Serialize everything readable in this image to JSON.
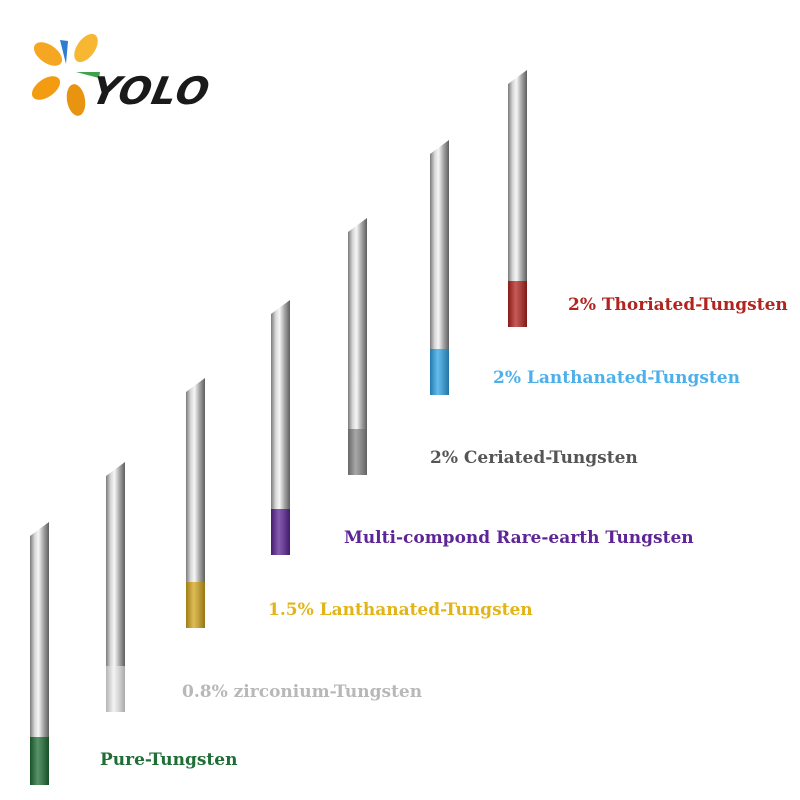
{
  "brand": {
    "name": "YOLO",
    "icon": "pinwheel-logo-icon",
    "petal_colors": [
      "#f5a623",
      "#f7b733",
      "#f39c12",
      "#e89410"
    ],
    "accent_colors": [
      "#2e7dd1",
      "#3fa34d"
    ]
  },
  "electrodes": [
    {
      "label": "Pure-Tungsten",
      "tip_color": "#1f6e36",
      "label_color": "#1f6e36"
    },
    {
      "label": "0.8% zirconium-Tungsten",
      "tip_color": "#f0f0f0",
      "label_color": "#b8b8b8"
    },
    {
      "label": "1.5% Lanthanated-Tungsten",
      "tip_color": "#d4a61c",
      "label_color": "#e2b418"
    },
    {
      "label": "Multi-compond Rare-earth Tungsten",
      "tip_color": "#5d2596",
      "label_color": "#5d2596"
    },
    {
      "label": "2% Ceriated-Tungsten",
      "tip_color": "#8a8a8a",
      "label_color": "#555555"
    },
    {
      "label": "2% Lanthanated-Tungsten",
      "tip_color": "#2fa4e7",
      "label_color": "#4db0ea"
    },
    {
      "label": "2% Thoriated-Tungsten",
      "tip_color": "#b3241e",
      "label_color": "#b3241e"
    }
  ]
}
